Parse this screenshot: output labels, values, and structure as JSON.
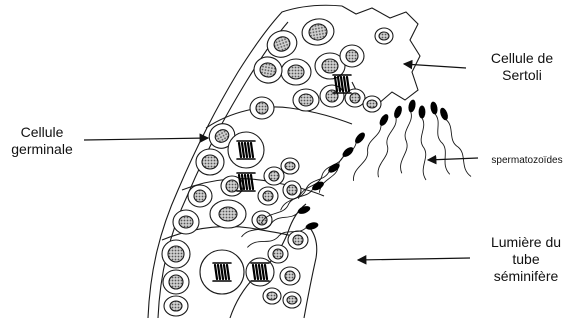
{
  "labels": {
    "sertoli": [
      "Cellule de",
      "Sertoli"
    ],
    "germinale": [
      "Cellule",
      "germinale"
    ],
    "spermatozoides": [
      "spermatozoïdes"
    ],
    "lumiere": [
      "Lumière du",
      "tube",
      "séminifère"
    ]
  },
  "colors": {
    "line": "#1a1a1a",
    "nucleus_fill": "#9c9c9c",
    "chromosome": "#000000",
    "background": "#ffffff"
  }
}
